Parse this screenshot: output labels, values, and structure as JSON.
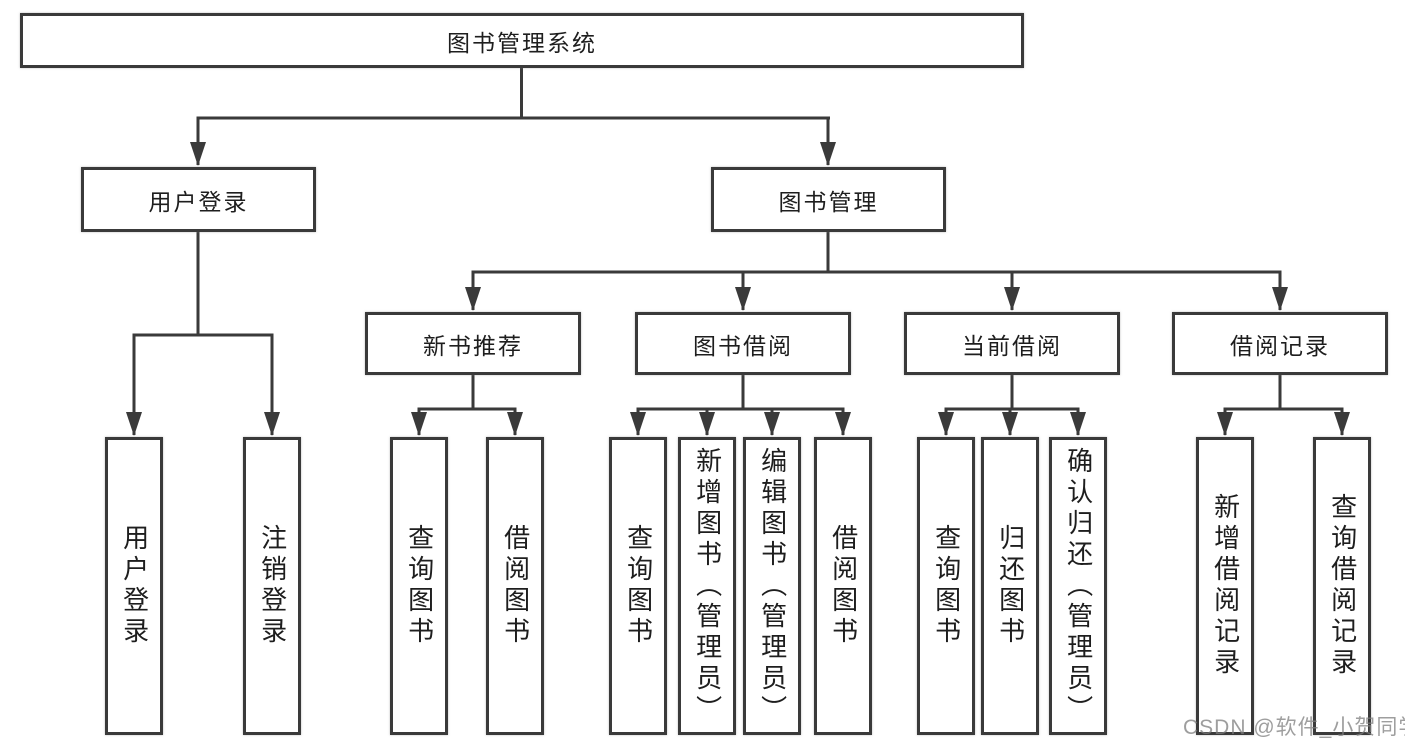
{
  "tree": {
    "label": "图书管理系统",
    "children": [
      {
        "label": "用户登录",
        "children": [
          {
            "label": "用户登录"
          },
          {
            "label": "注销登录"
          }
        ]
      },
      {
        "label": "图书管理",
        "children": [
          {
            "label": "新书推荐",
            "children": [
              {
                "label": "查询图书"
              },
              {
                "label": "借阅图书"
              }
            ]
          },
          {
            "label": "图书借阅",
            "children": [
              {
                "label": "查询图书"
              },
              {
                "label": "新增图书（管理员）"
              },
              {
                "label": "编辑图书（管理员）"
              },
              {
                "label": "借阅图书"
              }
            ]
          },
          {
            "label": "当前借阅",
            "children": [
              {
                "label": "查询图书"
              },
              {
                "label": "归还图书"
              },
              {
                "label": "确认归还（管理员）"
              }
            ]
          },
          {
            "label": "借阅记录",
            "children": [
              {
                "label": "新增借阅记录"
              },
              {
                "label": "查询借阅记录"
              }
            ]
          }
        ]
      }
    ]
  },
  "watermark": {
    "text": "CSDN @软件_小贺同学"
  },
  "colors": {
    "line": "#3a3a3a",
    "text": "#1e1e1e",
    "watermark": "#7d7d7d",
    "background": "#ffffff"
  }
}
